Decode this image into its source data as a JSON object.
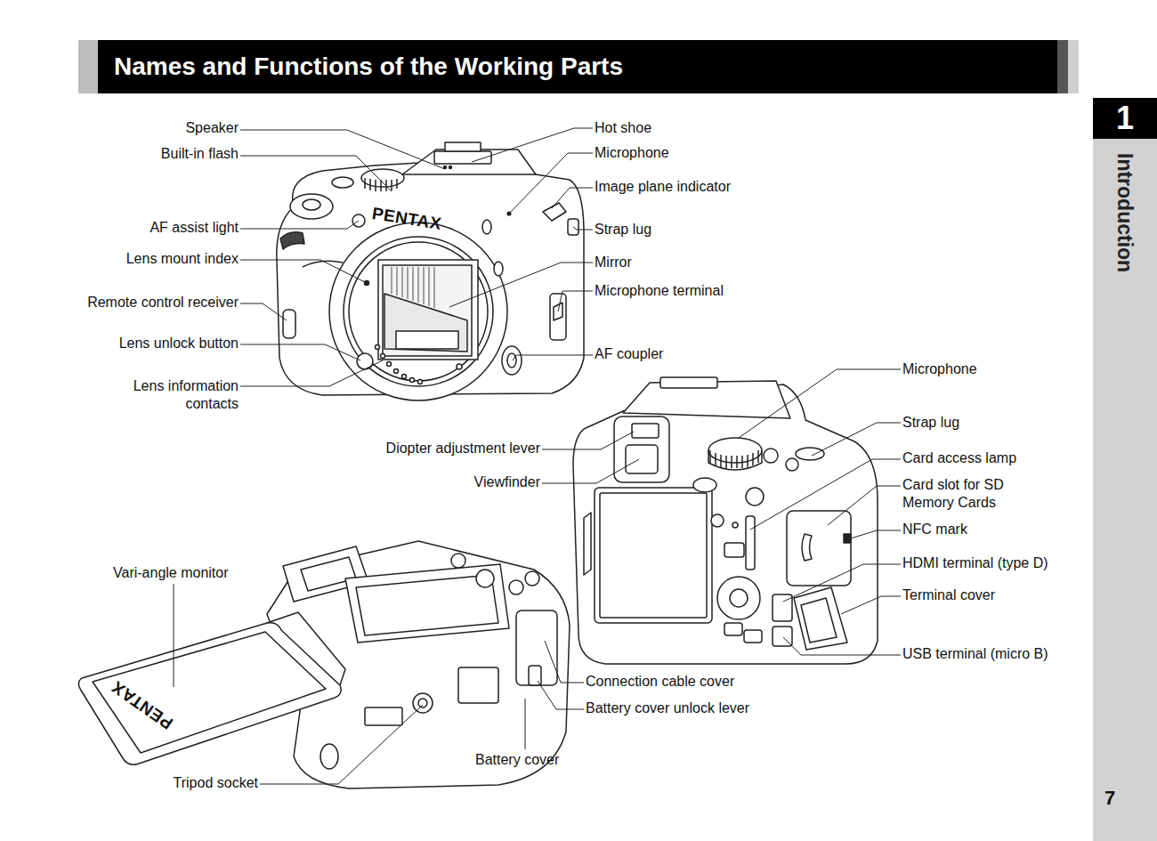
{
  "diagram": {
    "title": "Names and Functions of the Working Parts",
    "nodes": [
      {
        "text": [
          "Introduction"
        ]
      },
      {
        "text": [
          "1"
        ],
        "in": 0
      }
    ],
    "labels": [
      "Speaker",
      "Built-in flash",
      "AF assist light",
      "Lens mount index",
      "Remote control receiver",
      "Lens unlock button",
      "Lens information contacts",
      "Hot shoe",
      "Microphone",
      "Image plane indicator",
      "Strap lug",
      "Mirror",
      "Microphone terminal",
      "AF coupler",
      "Microphone",
      "Strap lug",
      "Card access lamp",
      "Card slot for SD Memory Cards",
      "NFC mark",
      "HDMI terminal (type D)",
      "Terminal cover",
      "USB terminal (micro B)",
      "Diopter adjustment lever",
      "Viewfinder",
      "Vari-angle monitor",
      "Connection cable cover",
      "Battery cover unlock lever",
      "Battery cover",
      "Tripod socket",
      "PENTAX",
      "PENTAX",
      "7"
    ]
  }
}
